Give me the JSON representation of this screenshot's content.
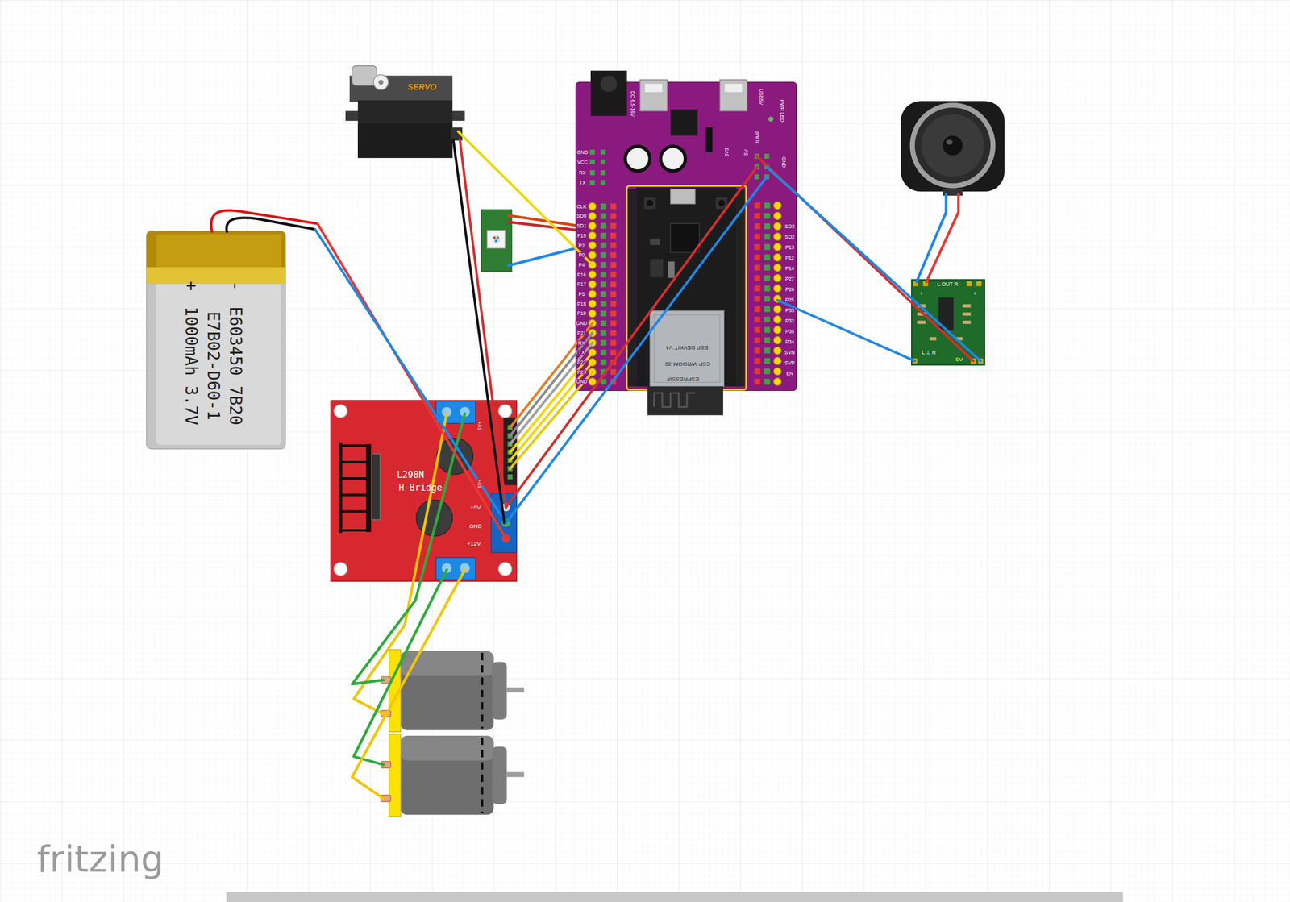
{
  "diagram": {
    "nodes": [
      {
        "text": [
          "SERVO"
        ]
      },
      {
        "text": [
          "GND",
          "VCC",
          "RX",
          "TX",
          "DC 6.5-16V",
          "3V3",
          "5V",
          "JUMP",
          "USB5V",
          "PWR LED",
          "GND",
          "CLK",
          "SD0",
          "SD1",
          "P15",
          "P2",
          "P0",
          "P4",
          "P16",
          "P17",
          "P5",
          "P18",
          "P19",
          "GND",
          "P21",
          "RX",
          "TX",
          "P22",
          "P23",
          "GND",
          "SD3",
          "SD2",
          "P13",
          "P12",
          "P14",
          "P27",
          "P26",
          "P25",
          "P33",
          "P32",
          "P35",
          "P34",
          "SVN",
          "SVP",
          "EN"
        ]
      },
      {
        "text": [
          "ESP DEVKIT V4",
          "ESP-WROOM-32",
          "ESPRESSIF"
        ],
        "in": 1
      },
      {
        "text": [
          "-",
          "E603450 7B20",
          "E7B02-D60-1",
          "+",
          "1000mAh 3.7V"
        ]
      },
      {
        "text": [
          "L OUT R",
          "+",
          "+",
          "L ⊥ R",
          "5V"
        ]
      },
      {
        "text": [
          "L298N",
          "H-Bridge",
          "5V+",
          "5V+",
          "+5V",
          "GND",
          "+12V"
        ]
      }
    ],
    "edges": [
      {
        "from": 3,
        "to": 5,
        "arrow": "none"
      },
      {
        "from": 3,
        "to": 5,
        "arrow": "none"
      },
      {
        "from": 0,
        "to": 5,
        "arrow": "none"
      },
      {
        "from": 0,
        "to": 5,
        "arrow": "none"
      },
      {
        "from": 0,
        "to": 1,
        "arrow": "none"
      },
      {
        "from": 1,
        "to": 5,
        "arrow": "none"
      },
      {
        "from": 1,
        "to": 5,
        "arrow": "none"
      },
      {
        "from": 1,
        "to": 5,
        "arrow": "none"
      },
      {
        "from": 1,
        "to": 5,
        "arrow": "none"
      },
      {
        "from": 1,
        "to": 5,
        "arrow": "none"
      },
      {
        "from": 1,
        "to": 5,
        "arrow": "none"
      },
      {
        "from": 1,
        "to": 5,
        "arrow": "none"
      },
      {
        "from": 1,
        "to": 5,
        "arrow": "none"
      },
      {
        "from": 1,
        "to": 4,
        "arrow": "none"
      },
      {
        "from": 1,
        "to": 4,
        "arrow": "none"
      },
      {
        "from": 1,
        "to": 4,
        "arrow": "none"
      }
    ],
    "labels": [
      "fritzing"
    ]
  }
}
